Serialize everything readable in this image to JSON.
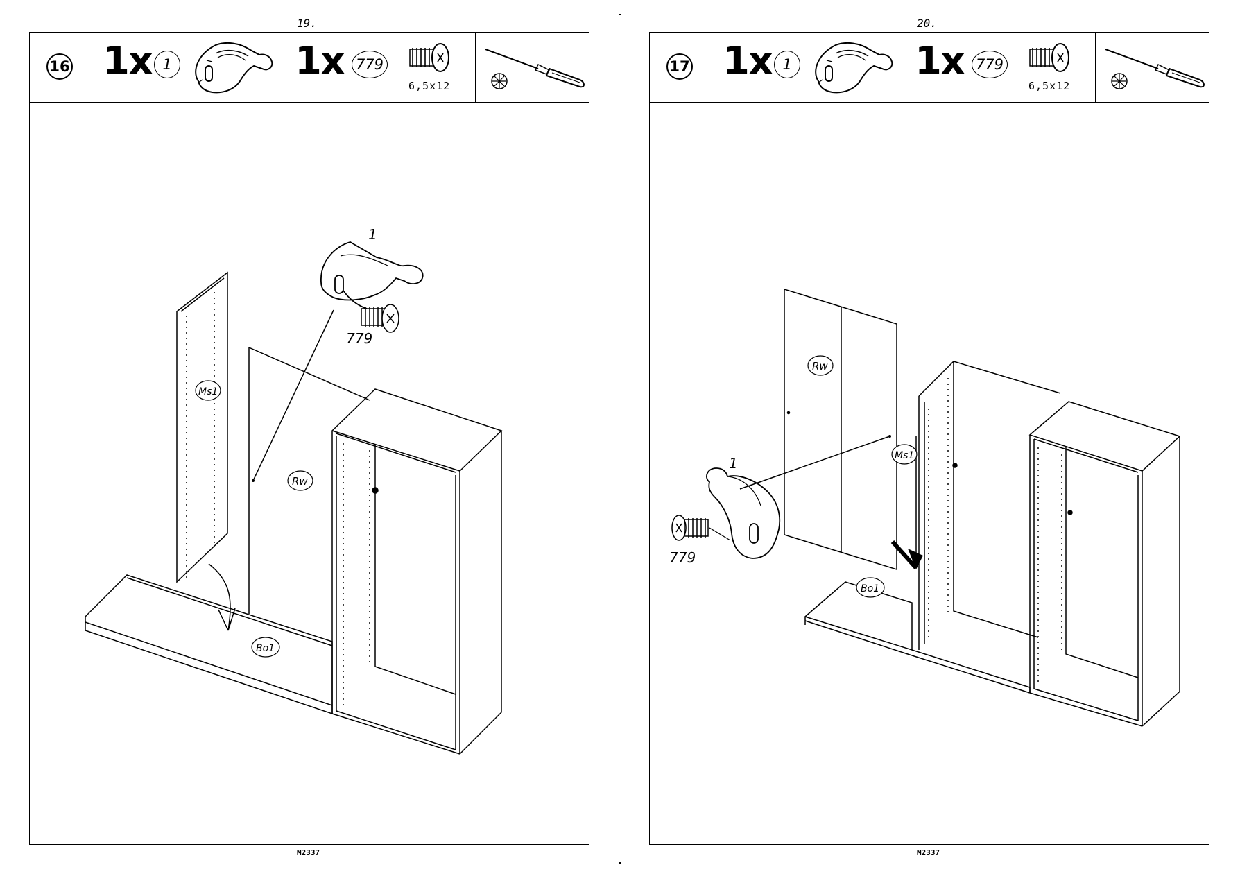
{
  "pages": [
    {
      "page_number": "19.",
      "step": "16",
      "items": [
        {
          "qty": "1x",
          "part": "1"
        },
        {
          "qty": "1x",
          "part": "779",
          "size": "6,5x12"
        }
      ],
      "callouts": {
        "cam_part": "1",
        "screw_part": "779",
        "back_panel": "Rw",
        "middle_side": "Ms1",
        "bottom": "Bo1"
      },
      "footer_code": "M2337"
    },
    {
      "page_number": "20.",
      "step": "17",
      "items": [
        {
          "qty": "1x",
          "part": "1"
        },
        {
          "qty": "1x",
          "part": "779",
          "size": "6,5x12"
        }
      ],
      "callouts": {
        "cam_part": "1",
        "screw_part": "779",
        "back_panel": "Rw",
        "middle_side": "Ms1",
        "bottom": "Bo1"
      },
      "footer_code": "M2337"
    }
  ],
  "icons": [
    "cam-fitting-icon",
    "screw-icon",
    "screwdriver-icon",
    "phillips-head-icon"
  ]
}
